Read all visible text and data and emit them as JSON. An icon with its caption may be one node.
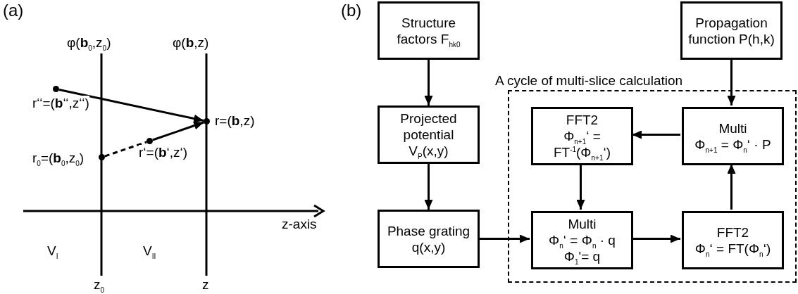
{
  "diagram": {
    "nodes": [
      {
        "text": [],
        "shape": "circle",
        "beside": [
          "r‘‘=(**b**‘‘,z‘‘)"
        ]
      },
      {
        "text": [],
        "shape": "circle",
        "beside": [
          "r=(**b**,z)"
        ]
      },
      {
        "text": [],
        "shape": "circle",
        "beside": [
          "r‘=(**b**‘,z‘)"
        ]
      },
      {
        "text": [],
        "shape": "circle",
        "beside": [
          "r$_{0}$=(**b**$_{0}$,z$_{0}$)"
        ]
      },
      {
        "text": [
          "Structure factors F$_{hk0}$"
        ]
      },
      {
        "text": [
          "Propagation function P(h,k)"
        ]
      },
      {
        "text": [
          "A cycle of multi-slice calculation"
        ]
      },
      {
        "text": [
          "Projected potential V$_{P}$(x,y)"
        ]
      },
      {
        "text": [
          "FFT2",
          "Φ$_{n+1}$‘ =",
          "FT$^{-1}$(Φ$_{n+1}$‘)"
        ],
        "in": 6
      },
      {
        "text": [
          "Multi",
          "Φ$_{n+1}$ = Φ$_{n}$‘ · P"
        ],
        "in": 6
      },
      {
        "text": [
          "Phase grating q(x,y)"
        ]
      },
      {
        "text": [
          "Multi",
          "Φ$_{n}$‘ = Φ$_{n}$ · q",
          "Φ$_{1}$'= q"
        ],
        "in": 6
      },
      {
        "text": [
          "FFT2",
          "Φ$_{n}$‘ = FT(Φ$_{n}$‘)"
        ],
        "in": 6
      }
    ],
    "edges": [
      {
        "from": 0,
        "to": 1,
        "arrow": "to"
      },
      {
        "from": 2,
        "to": 1,
        "arrow": "to"
      },
      {
        "from": 3,
        "to": 2,
        "arrow": "none",
        "style": "dashed"
      },
      {
        "from": 4,
        "to": 7,
        "arrow": "to"
      },
      {
        "from": 7,
        "to": 10,
        "arrow": "to"
      },
      {
        "from": 10,
        "to": 11,
        "arrow": "to"
      },
      {
        "from": 11,
        "to": 12,
        "arrow": "to"
      },
      {
        "from": 12,
        "to": 9,
        "arrow": "to"
      },
      {
        "from": 5,
        "to": 9,
        "arrow": "to"
      },
      {
        "from": 9,
        "to": 8,
        "arrow": "to"
      },
      {
        "from": 8,
        "to": 11,
        "arrow": "to"
      }
    ],
    "labels": [
      "(a)",
      "φ(**b**$_{0}$,z$_{0}$)",
      "φ(**b**,z)",
      "z-axis",
      "V$_{I}$",
      "V$_{II}$",
      "z$_{0}$",
      "z",
      "(b)"
    ]
  }
}
